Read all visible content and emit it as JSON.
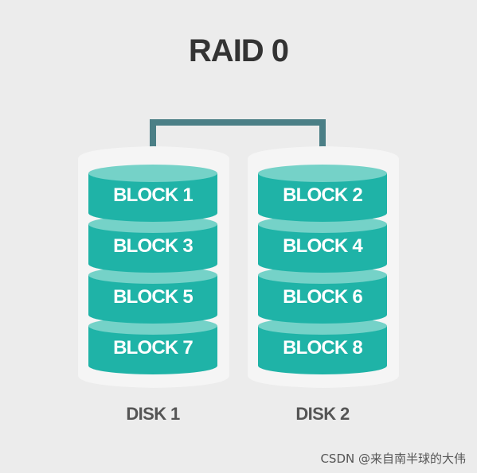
{
  "title": "RAID 0",
  "disks": [
    {
      "label": "DISK 1",
      "blocks": [
        "BLOCK 1",
        "BLOCK 3",
        "BLOCK 5",
        "BLOCK 7"
      ]
    },
    {
      "label": "DISK 2",
      "blocks": [
        "BLOCK 2",
        "BLOCK 4",
        "BLOCK 6",
        "BLOCK 8"
      ]
    }
  ],
  "watermark": "CSDN @来自南半球的大伟",
  "colors": {
    "background": "#ececec",
    "disk_panel": "#f5f5f5",
    "block_body": "#1fb3a7",
    "block_top": "#75d2c8",
    "block_text": "#ffffff",
    "connector": "#4b7f86",
    "title": "#333333",
    "disk_label": "#555555",
    "watermark": "#555555"
  }
}
